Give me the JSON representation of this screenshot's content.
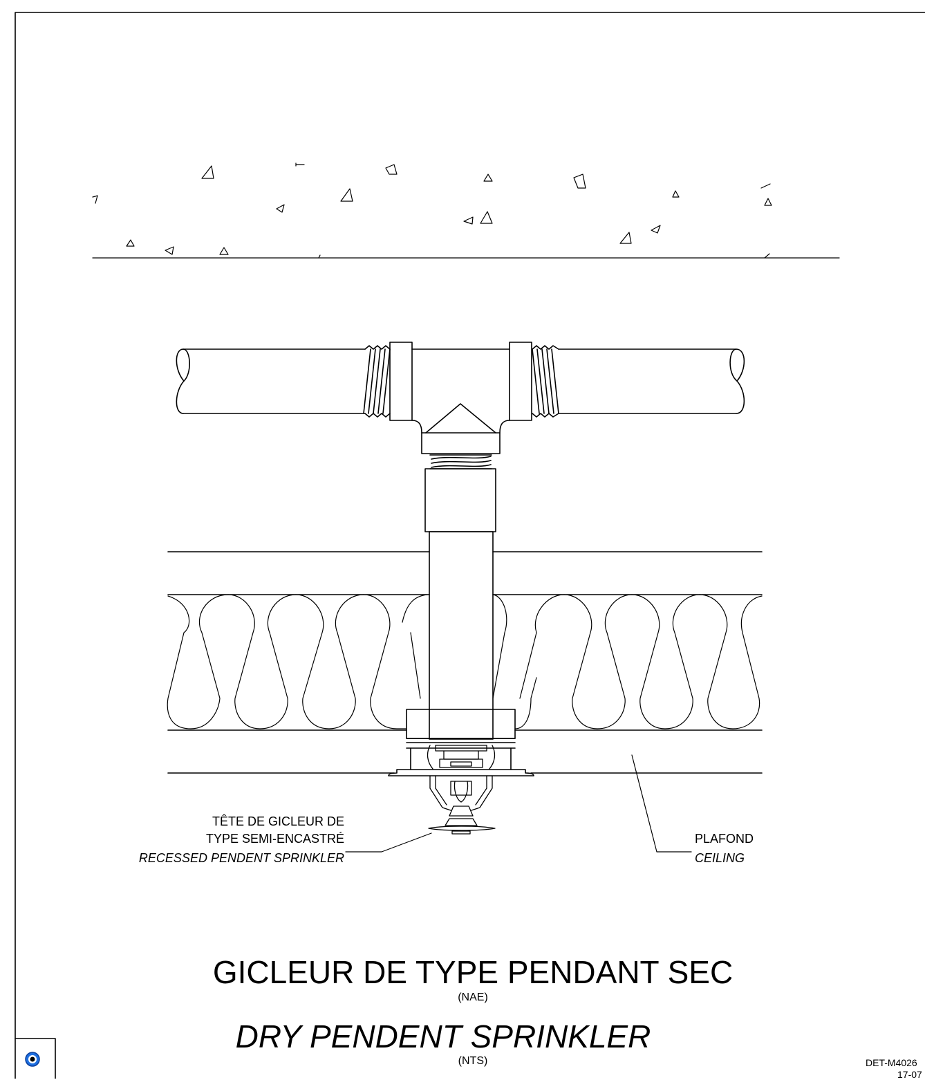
{
  "labels": {
    "sprinkler_fr_line1": "TÊTE DE GICLEUR DE",
    "sprinkler_fr_line2": "TYPE SEMI-ENCASTRÉ",
    "sprinkler_en": "RECESSED PENDENT SPRINKLER",
    "ceiling_fr": "PLAFOND",
    "ceiling_en": "CEILING"
  },
  "title": {
    "fr": "GICLEUR DE TYPE PENDANT SEC",
    "fr_scale": "(NAE)",
    "en": "DRY PENDENT SPRINKLER",
    "en_scale": "(NTS)"
  },
  "reference": {
    "code": "DET-M4026",
    "date": "17-07"
  }
}
